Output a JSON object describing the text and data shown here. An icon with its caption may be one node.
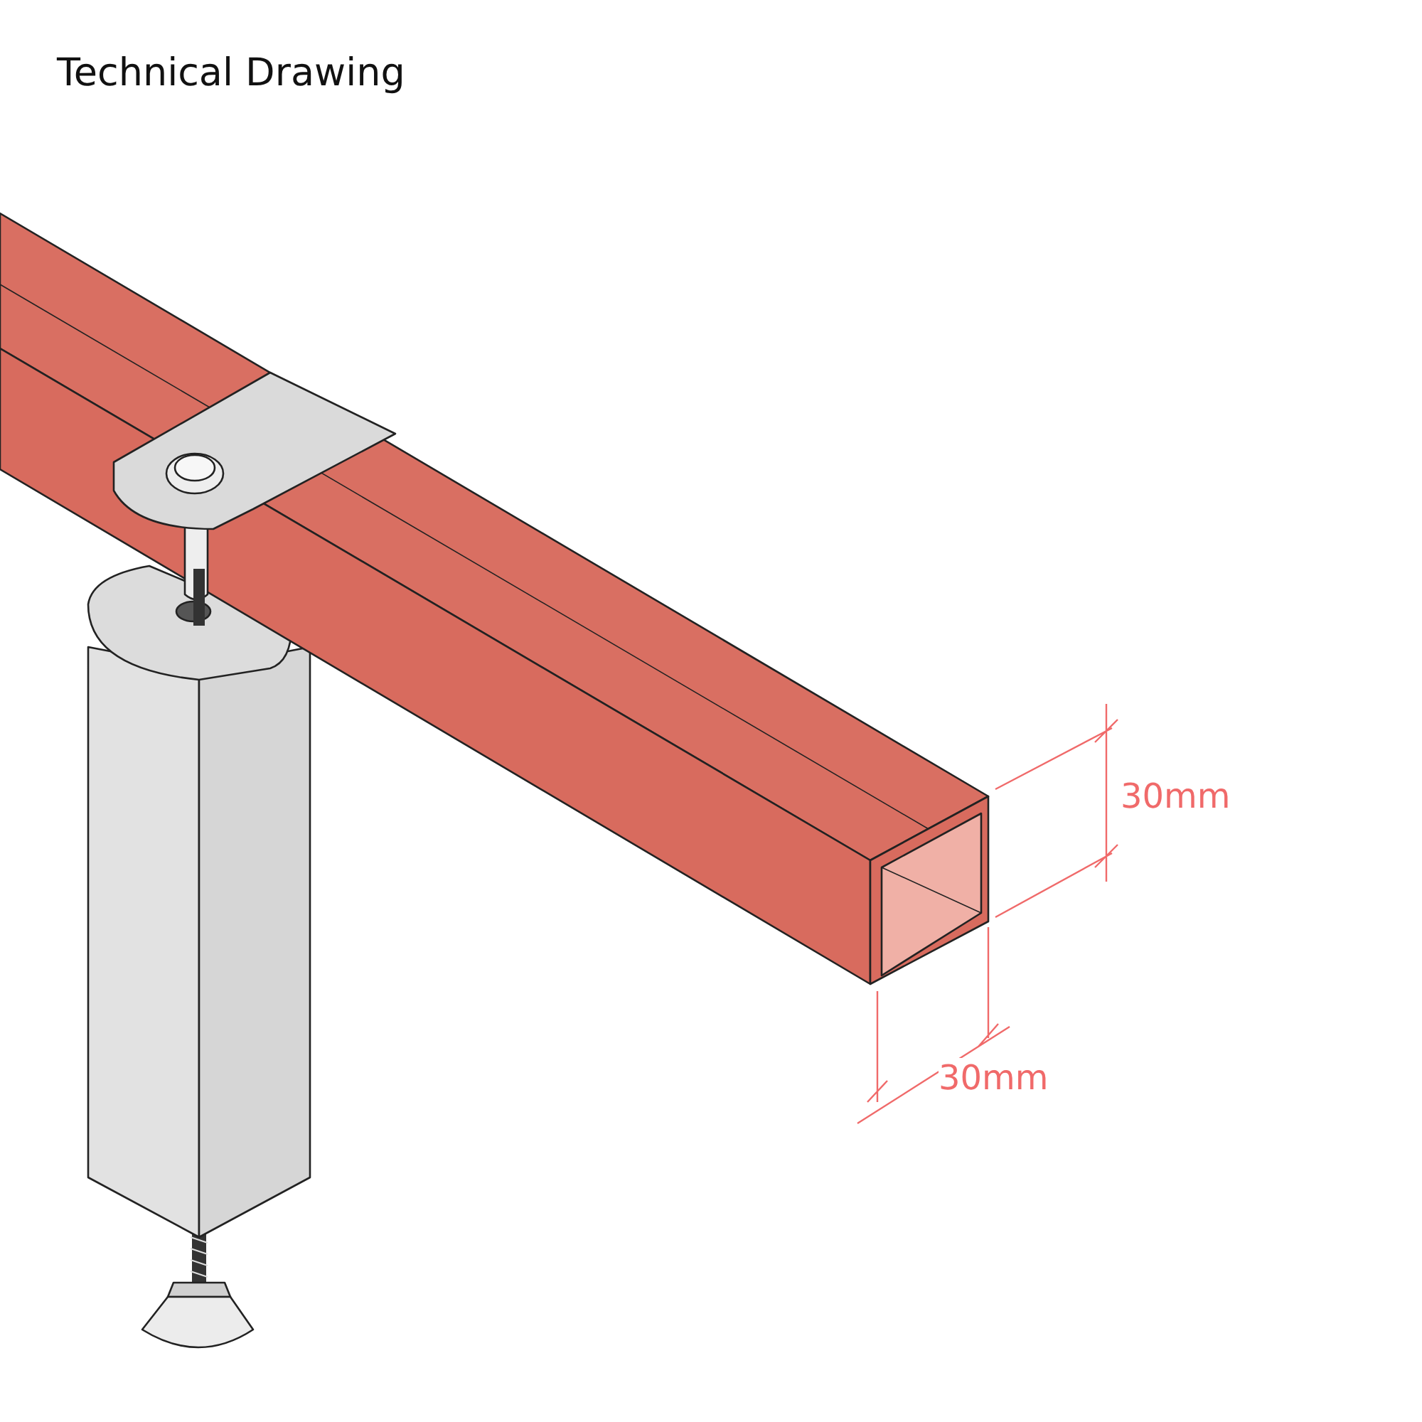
{
  "diagram": {
    "title": "Technical Drawing",
    "labels": [
      "30mm",
      "30mm"
    ]
  }
}
